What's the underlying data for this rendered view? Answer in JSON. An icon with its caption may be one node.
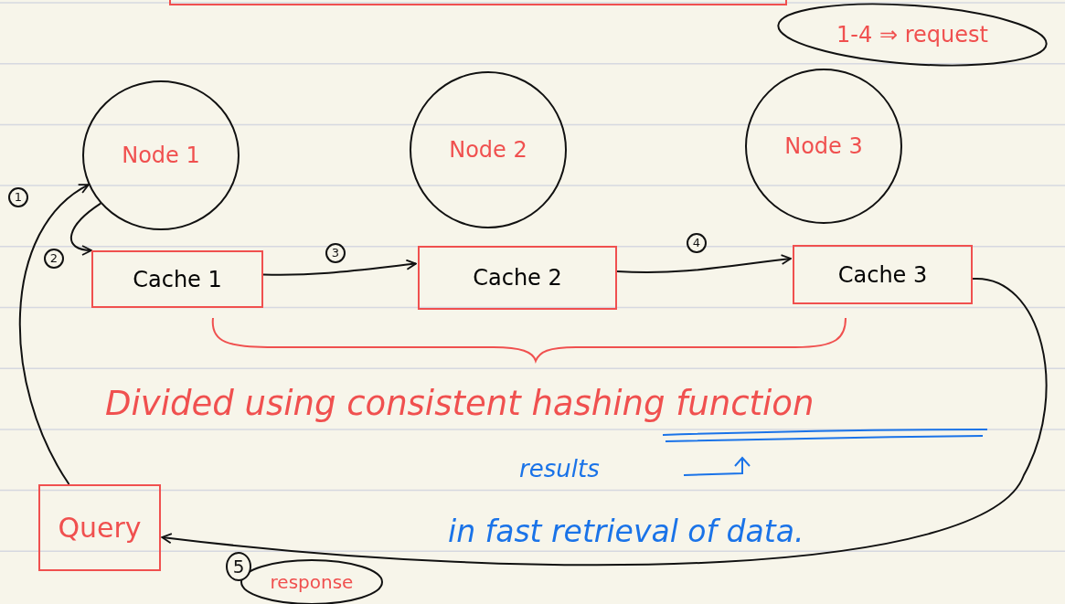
{
  "diagram": {
    "nodes": [
      {
        "text": [],
        "shape": "box"
      },
      {
        "text": [
          "1-4 ⇒ request"
        ]
      },
      {
        "text": [
          "Node 1"
        ]
      },
      {
        "text": [
          "Node 2"
        ]
      },
      {
        "text": [
          "Node 3"
        ]
      },
      {
        "text": [
          "Cache 1"
        ]
      },
      {
        "text": [
          "Cache 2"
        ]
      },
      {
        "text": [
          "Cache 3"
        ]
      },
      {
        "text": [
          "Query"
        ]
      },
      {
        "text": [
          "response"
        ]
      }
    ],
    "edges": [
      {
        "from": 8,
        "to": 2,
        "arrow": "to",
        "label": "1"
      },
      {
        "from": 2,
        "to": 5,
        "arrow": "to",
        "label": "2"
      },
      {
        "from": 5,
        "to": 6,
        "arrow": "to",
        "label": "3"
      },
      {
        "from": 6,
        "to": 7,
        "arrow": "to",
        "label": "4"
      },
      {
        "from": 7,
        "to": 8,
        "arrow": "to",
        "label": "5"
      }
    ],
    "labels": [
      "Divided using consistent hashing function",
      "results",
      "in fast retrieval of data."
    ]
  }
}
